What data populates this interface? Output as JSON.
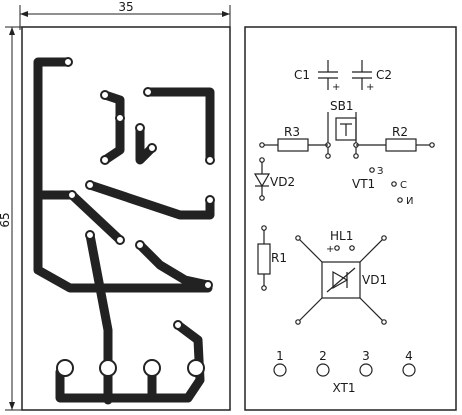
{
  "dimensions": {
    "width_label": "35",
    "height_label": "65"
  },
  "components": {
    "c1": "C1",
    "c2": "C2",
    "c1_plus": "+",
    "c2_plus": "+",
    "sb1": "SB1",
    "r3": "R3",
    "r2": "R2",
    "vd2": "VD2",
    "vt1": "VT1",
    "vt1_pin_z": "З",
    "vt1_pin_s": "С",
    "vt1_pin_i": "И",
    "r1": "R1",
    "hl1": "HL1",
    "hl1_plus": "+",
    "vd1": "VD1",
    "xt1": "XT1"
  },
  "terminals": [
    "1",
    "2",
    "3",
    "4"
  ],
  "colors": {
    "ink": "#222222",
    "paper": "#ffffff"
  }
}
